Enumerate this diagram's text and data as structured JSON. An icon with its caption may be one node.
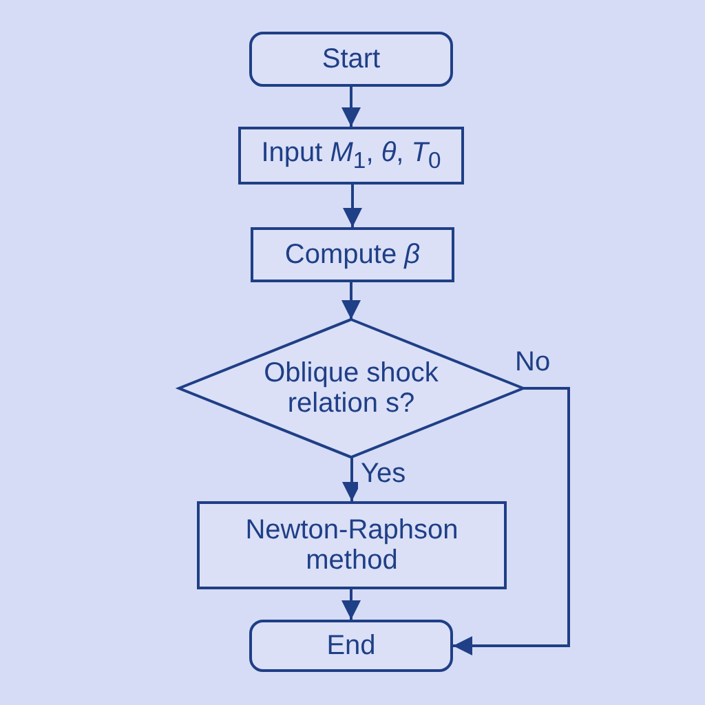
{
  "diagram": {
    "nodes": [
      {
        "text": [
          "Start"
        ]
      },
      {
        "text": [
          "Input *M*$_{1}$, *θ*, *T*$_{0}$"
        ]
      },
      {
        "text": [
          "Compute *β*"
        ]
      },
      {
        "text": [
          "Oblique shock relation s?"
        ]
      },
      {
        "text": [
          "Newton-Raphson method"
        ]
      },
      {
        "text": [
          "End"
        ]
      }
    ],
    "edges": [
      {
        "from": 0,
        "to": 1,
        "arrow": "to"
      },
      {
        "from": 1,
        "to": 2,
        "arrow": "to"
      },
      {
        "from": 2,
        "to": 3,
        "arrow": "to"
      },
      {
        "from": 3,
        "to": 4,
        "arrow": "to",
        "label": "Yes"
      },
      {
        "from": 4,
        "to": 5,
        "arrow": "to"
      },
      {
        "from": 3,
        "to": 5,
        "arrow": "to",
        "label": "No"
      }
    ]
  }
}
